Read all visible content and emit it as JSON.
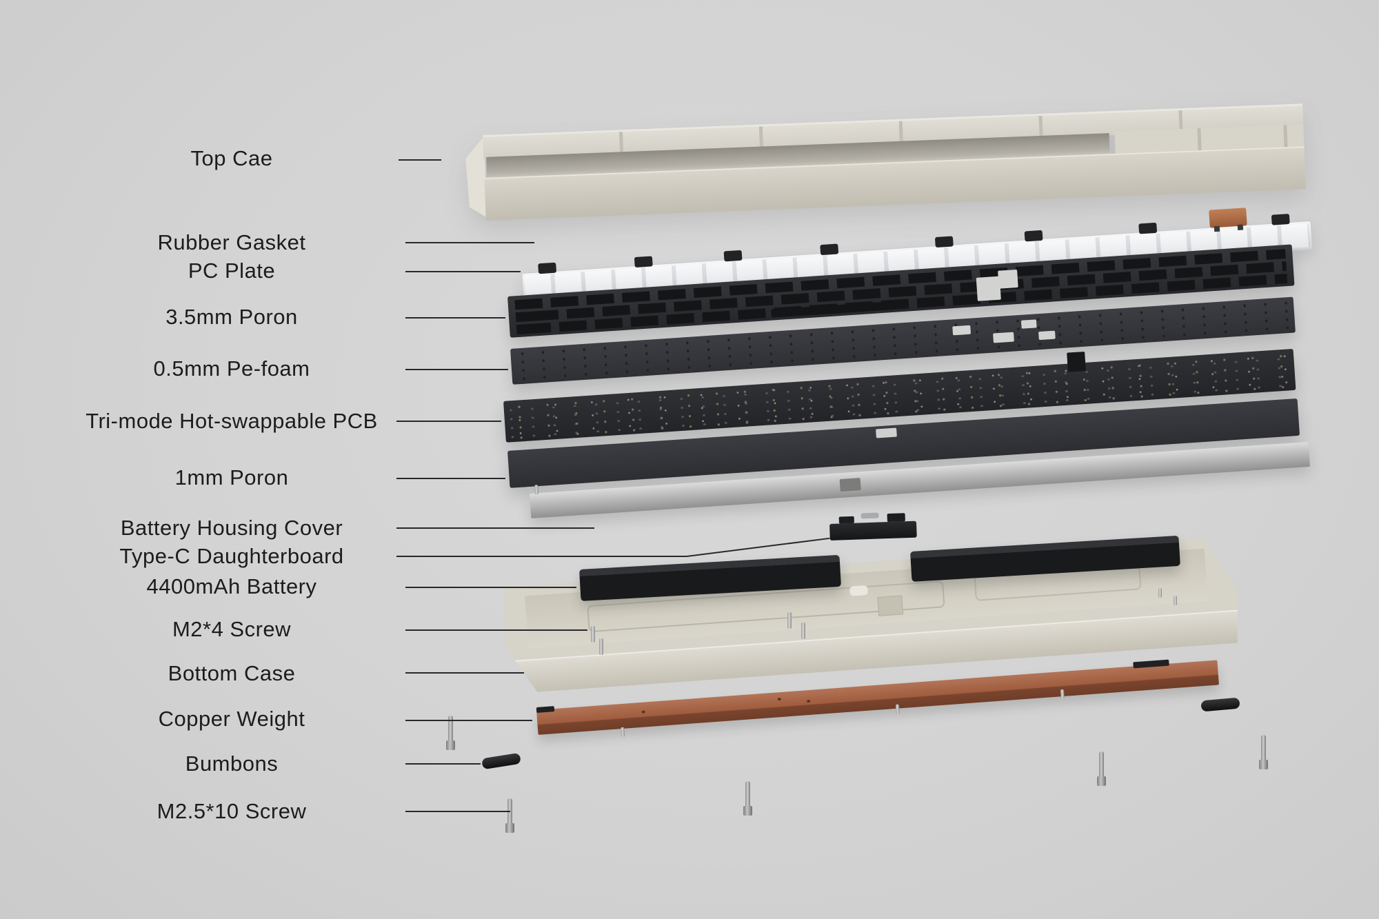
{
  "diagram": {
    "type": "exploded-view-keyboard",
    "background_color": "#d3d3d3"
  },
  "labels": [
    {
      "id": "top-case",
      "text": "Top Cae"
    },
    {
      "id": "rubber-gasket",
      "text": "Rubber Gasket"
    },
    {
      "id": "pc-plate",
      "text": "PC Plate"
    },
    {
      "id": "poron-3-5mm",
      "text": "3.5mm Poron"
    },
    {
      "id": "pe-foam-0-5mm",
      "text": "0.5mm Pe-foam"
    },
    {
      "id": "pcb",
      "text": "Tri-mode Hot-swappable PCB"
    },
    {
      "id": "poron-1mm",
      "text": "1mm Poron"
    },
    {
      "id": "battery-housing-cover",
      "text": "Battery Housing Cover"
    },
    {
      "id": "type-c-daughterboard",
      "text": "Type-C Daughterboard"
    },
    {
      "id": "battery-4400mah",
      "text": "4400mAh Battery"
    },
    {
      "id": "m2x4-screw",
      "text": "M2*4 Screw"
    },
    {
      "id": "bottom-case",
      "text": "Bottom Case"
    },
    {
      "id": "copper-weight",
      "text": "Copper Weight"
    },
    {
      "id": "bumbons",
      "text": "Bumbons"
    },
    {
      "id": "m2-5x10-screw",
      "text": "M2.5*10 Screw"
    }
  ],
  "colors": {
    "case_cream": "#d6d3c9",
    "case_cream_light": "#e0ddd5",
    "plate_frost": "#e9ebee",
    "gasket_black": "#232326",
    "foam_dark": "#2c2e32",
    "pcb_dark": "#2a2c30",
    "battery_black": "#1a1b1d",
    "cover_silver": "#bcbcbc",
    "copper": "#a05c3e",
    "label_text": "#1c1c1c",
    "leader_line": "#28282c"
  }
}
